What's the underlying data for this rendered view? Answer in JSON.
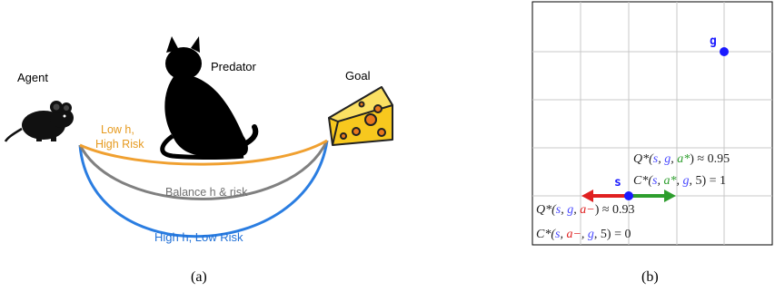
{
  "panel_a": {
    "caption": "(a)",
    "labels": {
      "agent": "Agent",
      "predator": "Predator",
      "goal": "Goal",
      "low_h_line1": "Low h,",
      "low_h_line2": "High Risk",
      "balance": "Balance h & risk",
      "high_h": "High h, Low Risk"
    },
    "colors": {
      "low_h_path": "#f0a030",
      "balance_path": "#808080",
      "high_h_path": "#2a7de1",
      "low_h_text": "#e69a1f",
      "balance_text": "#707070",
      "high_h_text": "#1f6fd6",
      "cheese": "#f7c81e",
      "cheese_hole": "#e9781d"
    }
  },
  "panel_b": {
    "caption": "(b)",
    "point_g": "g",
    "point_s": "s",
    "eq1": {
      "prefix": "Q*(",
      "s": "s",
      "c1": ", ",
      "g": "g",
      "c2": ", ",
      "a": "a*",
      "suffix": ") ≈ 0.95"
    },
    "eq2": {
      "prefix": "C*(",
      "s": "s",
      "c1": ", ",
      "a": "a*",
      "c2": ", ",
      "g": "g",
      "suffix": ", 5) = 1"
    },
    "eq3": {
      "prefix": "Q*(",
      "s": "s",
      "c1": ", ",
      "g": "g",
      "c2": ", ",
      "a": "a−",
      "suffix": ") ≈ 0.93"
    },
    "eq4": {
      "prefix": "C*(",
      "s": "s",
      "c1": ", ",
      "a": "a−",
      "c2": ", ",
      "g": "g",
      "suffix": ", 5) = 0"
    },
    "colors": {
      "grid": "#c8c8c8",
      "point": "#1a1aff",
      "arrow_right": "#2e9e2e",
      "arrow_left": "#e02020",
      "s_var": "#4a4aff",
      "g_var": "#4a4aff",
      "a_star": "#2e9e2e",
      "a_minus": "#e02020"
    }
  }
}
